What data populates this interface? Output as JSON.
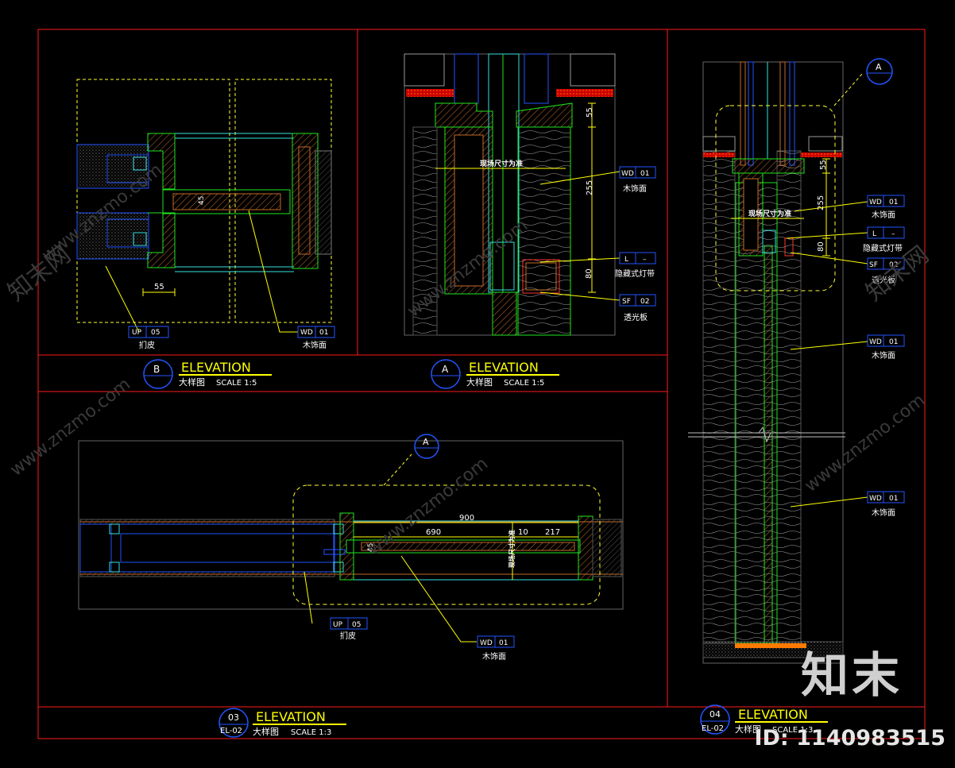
{
  "colors": {
    "frame": "#ff1a1a",
    "text_yellow": "#ffff00",
    "tag_blue": "#2255ff",
    "dash_yellow": "#ffff33",
    "wood": "#c46a2a",
    "green": "#1ee61e",
    "cyan": "#35e0e0",
    "white_text": "#ffffff"
  },
  "panels": {
    "B": {
      "title_circle": "B",
      "title": "ELEVATION",
      "subtitle_cn": "大样图",
      "scale": "SCALE 1:5",
      "dim_55": "55",
      "dim_45": "45",
      "tags": [
        {
          "code": "UP",
          "num": "05",
          "label": "扪皮"
        },
        {
          "code": "WD",
          "num": "01",
          "label": "木饰面"
        }
      ]
    },
    "A": {
      "title_circle": "A",
      "title": "ELEVATION",
      "subtitle_cn": "大样图",
      "scale": "SCALE 1:5",
      "note": "现场尺寸为准",
      "dims": [
        "55",
        "255",
        "80"
      ],
      "tags": [
        {
          "code": "WD",
          "num": "01",
          "label": "木饰面"
        },
        {
          "code": "L",
          "num": "",
          "label": "隐藏式灯带"
        },
        {
          "code": "SF",
          "num": "02",
          "label": "透光板"
        }
      ]
    },
    "p03": {
      "circle_top": "03",
      "circle_bottom": "EL-02",
      "title": "ELEVATION",
      "subtitle_cn": "大样图",
      "scale": "SCALE 1:3",
      "callout": "A",
      "dims": [
        "900",
        "690",
        "10",
        "217",
        "45"
      ],
      "note": "现场尺寸为准",
      "tags": [
        {
          "code": "UP",
          "num": "05",
          "label": "扪皮"
        },
        {
          "code": "WD",
          "num": "01",
          "label": "木饰面"
        }
      ]
    },
    "p04": {
      "circle_top": "04",
      "circle_bottom": "EL-02",
      "title": "ELEVATION",
      "subtitle_cn": "大样图",
      "scale": "SCALE 1:3",
      "callout": "A",
      "dims": [
        "55",
        "255",
        "80"
      ],
      "note": "现场尺寸为准",
      "tags": [
        {
          "code": "WD",
          "num": "01",
          "label": "木饰面"
        },
        {
          "code": "L",
          "num": "",
          "label": "隐藏式灯带"
        },
        {
          "code": "SF",
          "num": "02",
          "label": "透光板"
        },
        {
          "code": "WD",
          "num": "01",
          "label": "木饰面"
        },
        {
          "code": "WD",
          "num": "01",
          "label": "木饰面"
        }
      ]
    }
  },
  "watermark": {
    "logo": "知末",
    "id": "ID: 1140983515",
    "site": "www.znzmo.com",
    "site_cn": "知末网"
  }
}
